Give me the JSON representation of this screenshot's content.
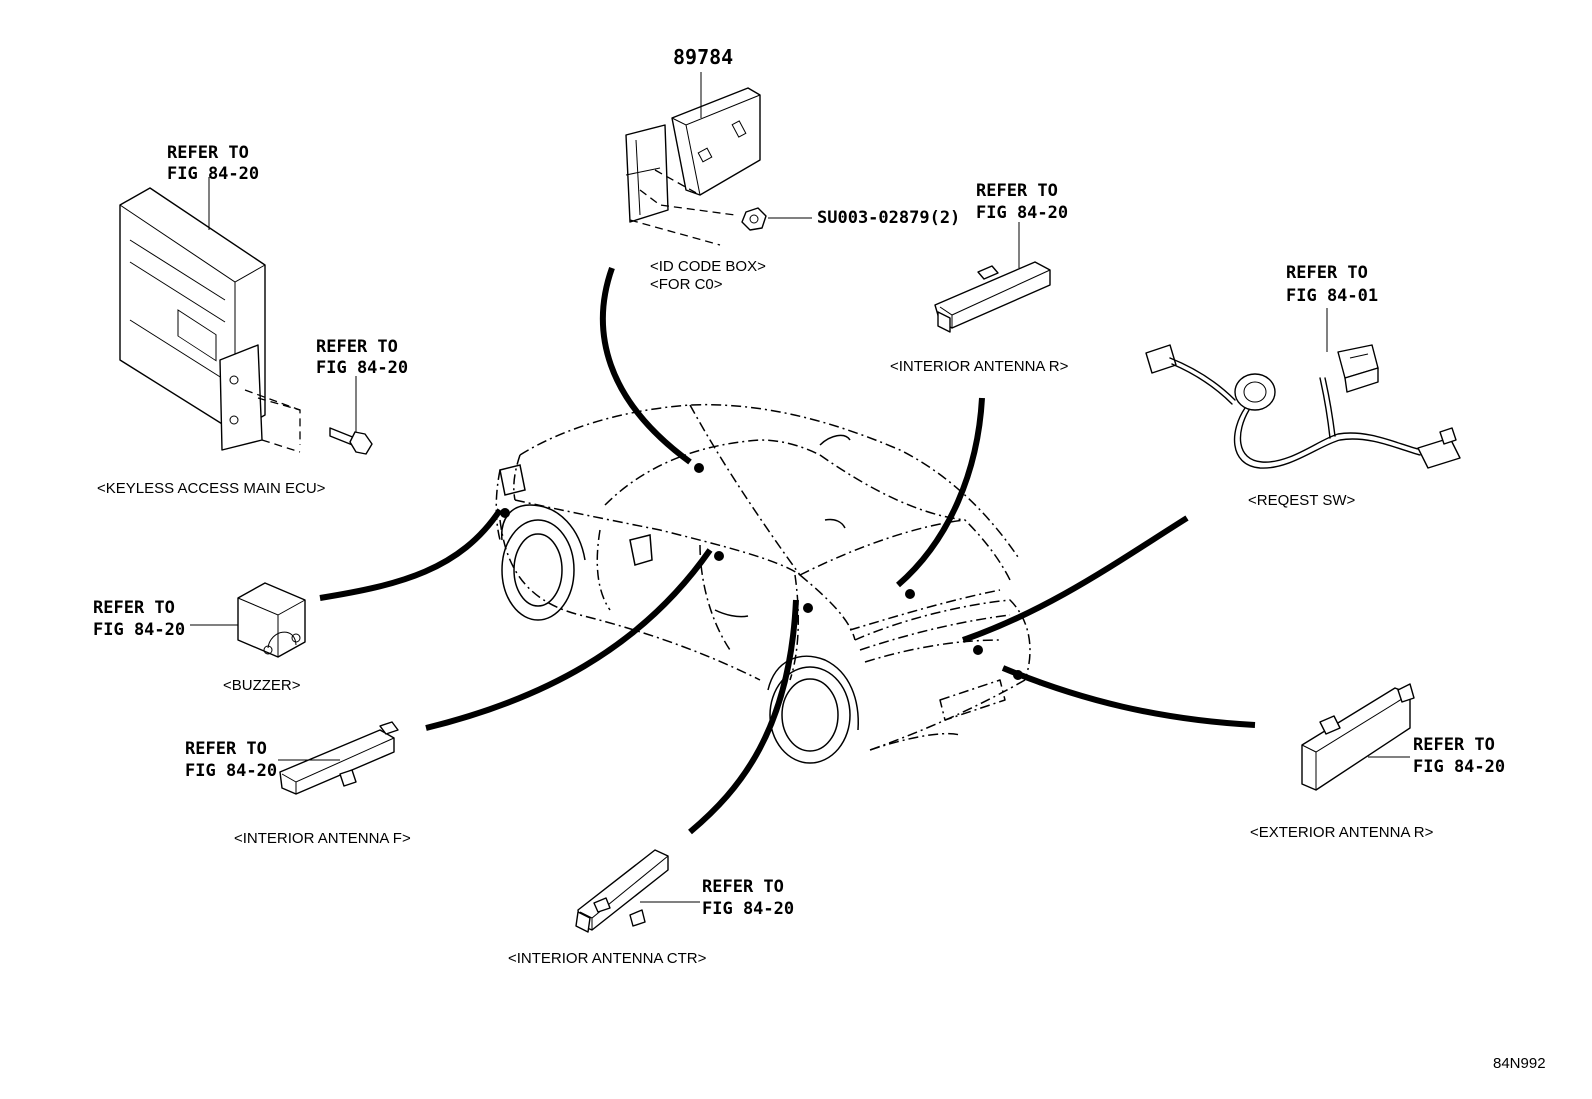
{
  "labels": {
    "part_number": "89784",
    "bolt_code": "SU003-02879(2)",
    "id_code_box": "<ID CODE BOX>",
    "for_co": "<FOR C0>",
    "keyless_ecu": "<KEYLESS ACCESS MAIN ECU>",
    "interior_antenna_r": "<INTERIOR ANTENNA R>",
    "request_sw": "<REQEST SW>",
    "buzzer": "<BUZZER>",
    "interior_antenna_f": "<INTERIOR ANTENNA F>",
    "interior_antenna_ctr": "<INTERIOR ANTENNA CTR>",
    "exterior_antenna_r": "<EXTERIOR ANTENNA R>",
    "diagram_code": "84N992"
  },
  "refs": {
    "refer_to": "REFER TO",
    "fig_84_20": "FIG 84-20",
    "fig_84_01": "FIG 84-01"
  }
}
